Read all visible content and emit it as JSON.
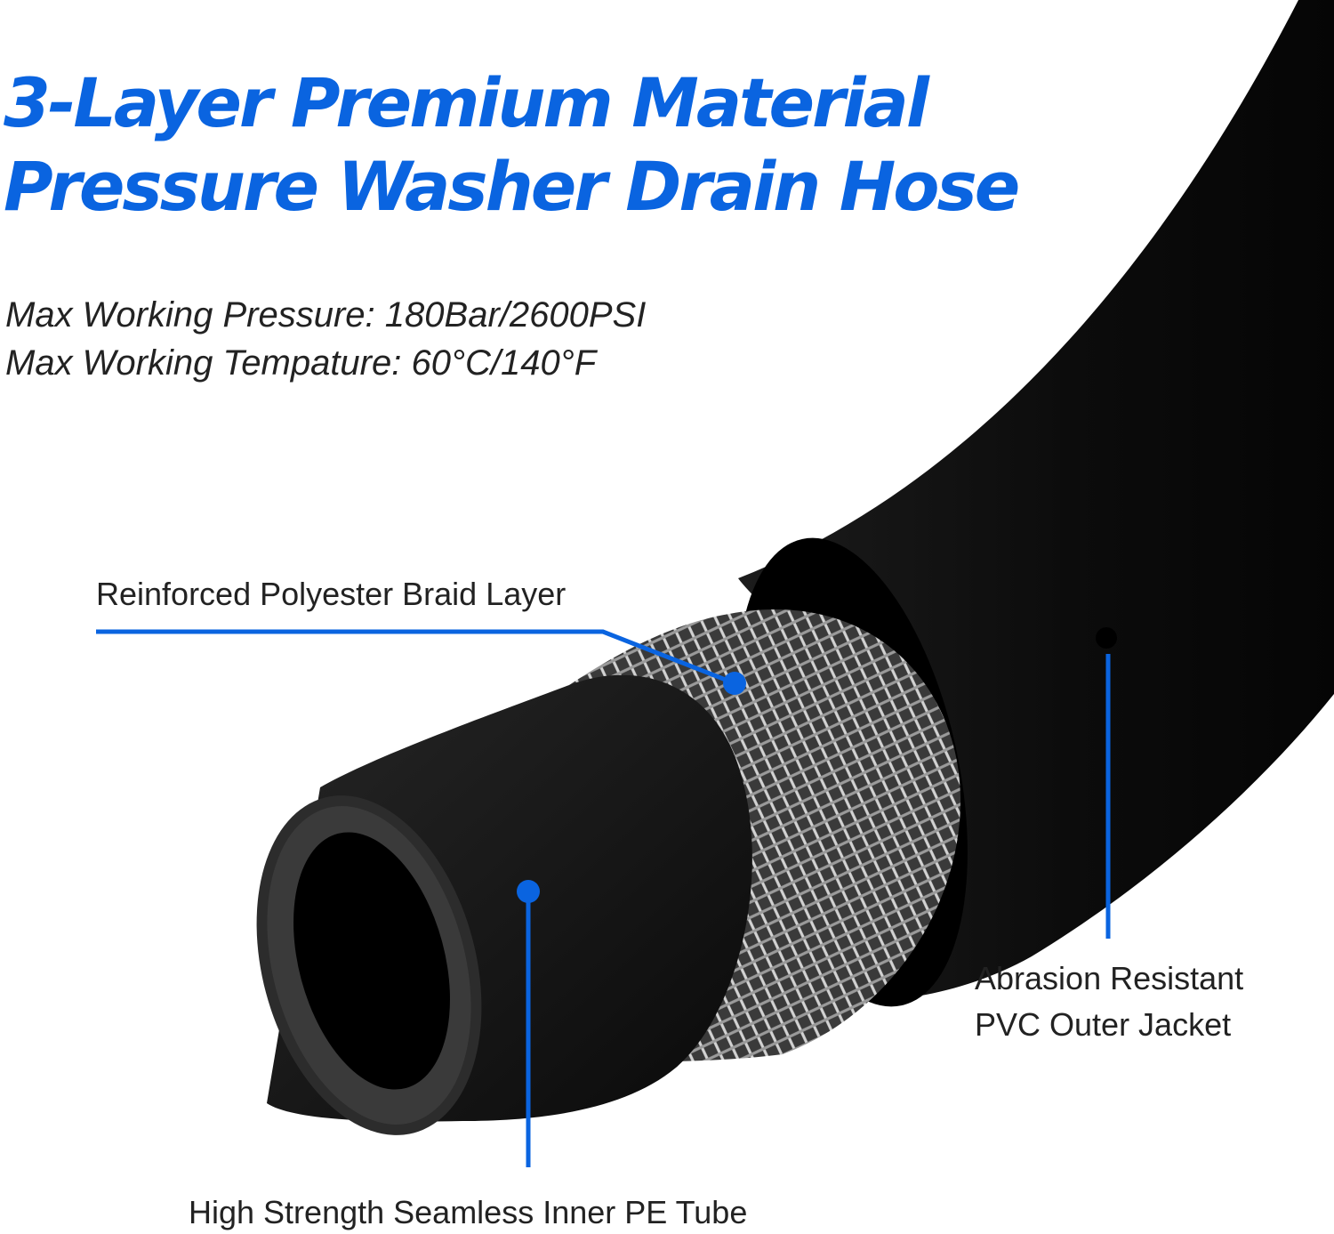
{
  "headline": {
    "line1": "3-Layer Premium Material",
    "line2": "Pressure Washer Drain Hose"
  },
  "specs": {
    "pressure": "Max Working Pressure: 180Bar/2600PSI",
    "temperature": "Max Working Tempature: 60°C/140°F"
  },
  "callouts": {
    "braid": "Reinforced Polyester Braid Layer",
    "jacket_line1": "Abrasion Resistant",
    "jacket_line2": "PVC Outer Jacket",
    "tube": "High Strength Seamless Inner PE Tube"
  },
  "colors": {
    "accent": "#0a64e0",
    "hose": "#111111",
    "braid": "#b9b9b9",
    "text": "#222222",
    "background": "#ffffff"
  }
}
